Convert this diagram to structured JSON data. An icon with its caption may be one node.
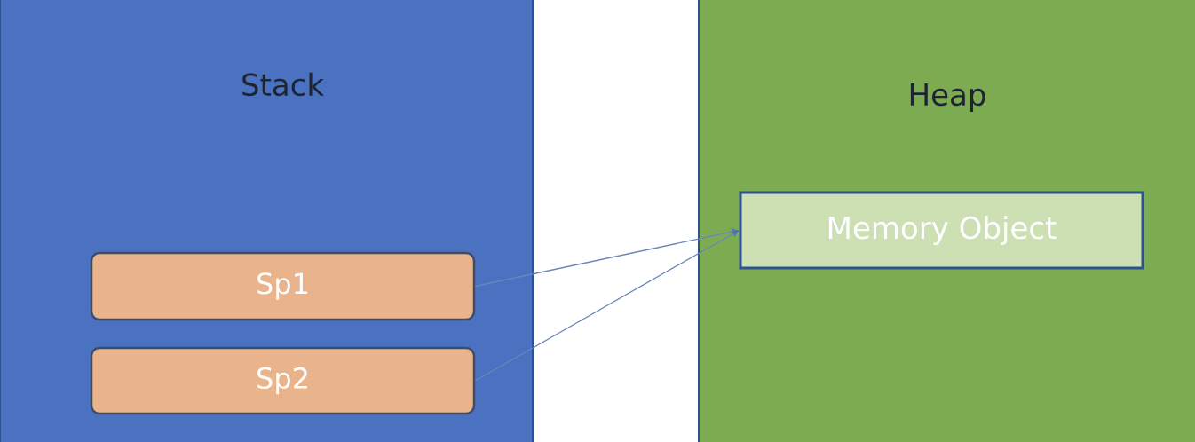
{
  "diagram": {
    "nodes": [
      {
        "text": [
          "Stack"
        ]
      },
      {
        "text": [
          "Sp1"
        ],
        "in": 0
      },
      {
        "text": [
          "Sp2"
        ],
        "in": 0
      },
      {
        "text": [
          "Heap"
        ]
      },
      {
        "text": [
          "Memory Object"
        ],
        "in": 3
      }
    ],
    "edges": [
      {
        "from": 1,
        "to": 4,
        "arrow": "to"
      },
      {
        "from": 2,
        "to": 4,
        "arrow": "to"
      }
    ]
  }
}
